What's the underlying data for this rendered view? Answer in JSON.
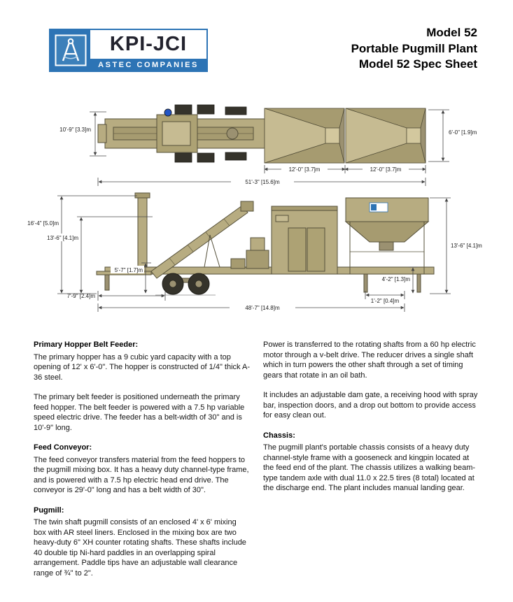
{
  "header": {
    "logo": {
      "brand": "KPI-JCI",
      "tagline": "ASTEC COMPANIES",
      "accent_blue": "#2d74b5"
    },
    "title_lines": [
      "Model 52",
      "Portable Pugmill Plant",
      "Model 52 Spec Sheet"
    ]
  },
  "drawing": {
    "machine_color": "#b7ac81",
    "outline_color": "#55503a",
    "top_view": {
      "height_left": "10'-9\" [3.3]m",
      "height_right": "6'-0\" [1.9]m",
      "hopper1_width": "12'-0\" [3.7]m",
      "hopper2_width": "12'-0\" [3.7]m",
      "overall_length": "51'-3\" [15.6]m"
    },
    "side_view": {
      "overall_height": "16'-4\" [5.0]m",
      "conveyor_height": "13'-6\" [4.1]m",
      "frame_height": "5'-7\" [1.7]m",
      "rear_overhang": "7'-9\" [2.4]m",
      "hopper_height": "13'-6\" [4.1]m",
      "discharge_clearance": "4'-2\" [1.3]m",
      "overall_length": "48'-7\" [14.8]m",
      "front_overhang": "1'-2\" [0.4]m"
    }
  },
  "content": {
    "left": [
      {
        "heading": "Primary Hopper Belt Feeder:",
        "paragraphs": [
          "The primary hopper has a 9 cubic yard capacity with a top opening of 12' x 6'-0\". The hopper is constructed of 1/4\" thick A-36 steel.",
          "The primary belt feeder is positioned underneath the primary feed hopper. The belt feeder is powered with a 7.5 hp variable speed electric drive. The feeder has a belt-width of 30\" and is 10'-9\" long."
        ]
      },
      {
        "heading": "Feed Conveyor:",
        "paragraphs": [
          "The feed conveyor transfers material from the feed hoppers to the pugmill mixing box. It has a heavy duty channel-type frame, and is powered with a 7.5 hp electric head end drive. The conveyor is 29'-0\" long and has a belt width of 30\"."
        ]
      },
      {
        "heading": "Pugmill:",
        "paragraphs": [
          "The twin shaft pugmill consists of an enclosed 4' x 6' mixing box with AR steel liners. Enclosed in the mixing box are two heavy-duty 6\" XH counter rotating shafts. These shafts include 40 double tip Ni-hard paddles in an overlapping spiral arrangement. Paddle tips have an adjustable wall clearance range of ¾\" to 2\"."
        ]
      }
    ],
    "right": [
      {
        "heading": "",
        "paragraphs": [
          "Power is transferred to the rotating shafts from a 60 hp electric motor through a v-belt drive. The reducer drives a single shaft which in turn powers the other shaft through a set of timing gears that rotate in an oil bath.",
          "It includes an adjustable dam gate, a receiving hood with spray bar, inspection doors, and a drop out bottom to provide access for easy clean out."
        ]
      },
      {
        "heading": "Chassis:",
        "paragraphs": [
          "The pugmill plant's portable chassis consists of a heavy duty channel-style frame with a gooseneck and kingpin located at the feed end of the plant. The chassis utilizes a walking beam-type tandem axle with dual 11.0 x 22.5 tires (8 total) located at the discharge end. The plant includes manual landing gear."
        ]
      }
    ]
  }
}
